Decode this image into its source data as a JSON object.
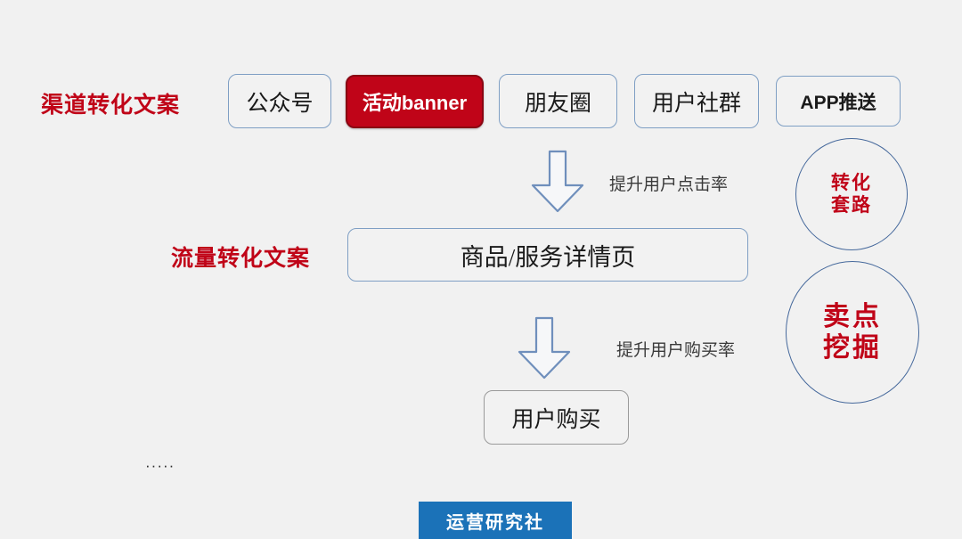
{
  "slide": {
    "background_color": "#f1f1f1",
    "accent_red": "#c00418",
    "accent_blue": "#46699c",
    "brand_blue": "#1b72b8"
  },
  "labels": {
    "channel": "渠道转化文案",
    "traffic": "流量转化文案"
  },
  "channel_nodes": [
    {
      "label": "公众号",
      "highlighted": false
    },
    {
      "label": "活动banner",
      "highlighted": true
    },
    {
      "label": "朋友圈",
      "highlighted": false
    },
    {
      "label": "用户社群",
      "highlighted": false
    },
    {
      "label": "APP推送",
      "highlighted": false
    }
  ],
  "flow": {
    "detail_page": "商品/服务详情页",
    "purchase": "用户购买",
    "arrow_top_caption": "提升用户点击率",
    "arrow_bottom_caption": "提升用户购买率",
    "arrow_icon": "down-block-arrow-icon",
    "ellipsis": "·····"
  },
  "circles": [
    {
      "line1": "转化",
      "line2": "套路"
    },
    {
      "line1": "卖点",
      "line2": "挖掘"
    }
  ],
  "brand": {
    "name": "运营研究社"
  }
}
